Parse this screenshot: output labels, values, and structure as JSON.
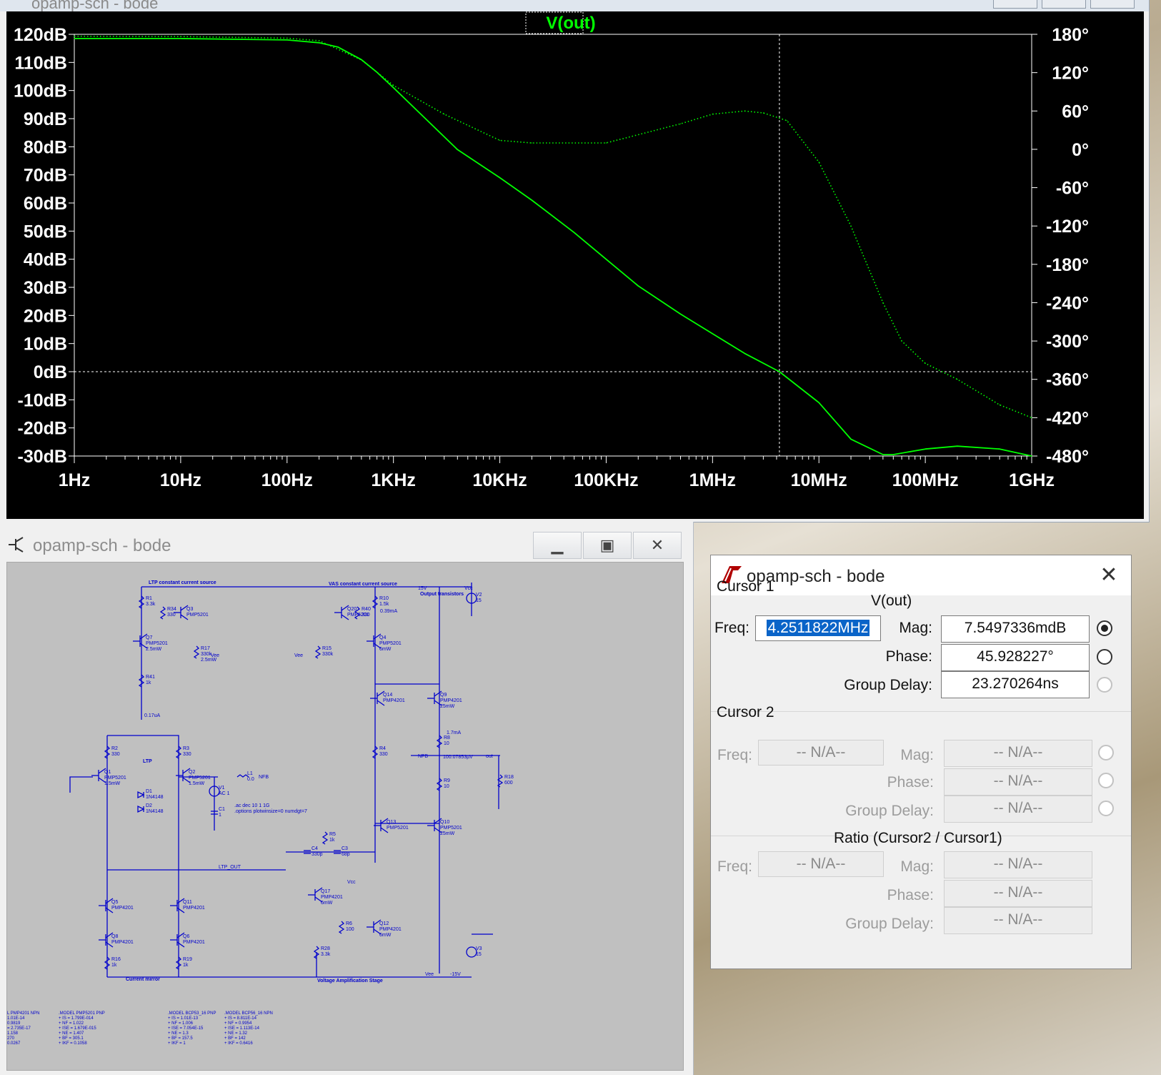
{
  "plot_window": {
    "title": "opamp-sch - bode",
    "trace_label": "V(out)",
    "left_axis_ticks": [
      "120dB",
      "110dB",
      "100dB",
      "90dB",
      "80dB",
      "70dB",
      "60dB",
      "50dB",
      "40dB",
      "30dB",
      "20dB",
      "10dB",
      "0dB",
      "-10dB",
      "-20dB",
      "-30dB"
    ],
    "right_axis_ticks": [
      "180°",
      "120°",
      "60°",
      "0°",
      "-60°",
      "-120°",
      "-180°",
      "-240°",
      "-300°",
      "-360°",
      "-420°",
      "-480°"
    ],
    "x_axis_ticks": [
      "1Hz",
      "10Hz",
      "100Hz",
      "1KHz",
      "10KHz",
      "100KHz",
      "1MHz",
      "10MHz",
      "100MHz",
      "1GHz"
    ],
    "trace_color": "#00ff00",
    "background_color": "#000000"
  },
  "chart_data": {
    "type": "line",
    "title": "V(out)",
    "x_scale": "log",
    "xlim_hz": [
      1,
      1000000000
    ],
    "ylim_db": [
      -30,
      120
    ],
    "ylim_phase_deg": [
      -480,
      180
    ],
    "grid": false,
    "cursor": {
      "freq_hz": 4251182,
      "mag_db": 0.0075
    },
    "series": [
      {
        "name": "V(out)",
        "axis": "left",
        "style": "solid",
        "x": [
          1,
          10,
          100,
          200,
          300,
          500,
          700,
          1000,
          2000,
          4000,
          10000,
          20000,
          50000,
          100000,
          200000,
          500000,
          1000000,
          2000000,
          4251182,
          10000000,
          20000000,
          40000000,
          50000000,
          100000000,
          200000000,
          500000000,
          1000000000
        ],
        "values": [
          118.5,
          118.5,
          118,
          117,
          115.5,
          111,
          106.5,
          101,
          90,
          79,
          69,
          61,
          49.5,
          40,
          30.5,
          20.5,
          13.5,
          6.5,
          0,
          -11,
          -24,
          -29.5,
          -29.5,
          -27.5,
          -26.5,
          -27.5,
          -30
        ]
      },
      {
        "name": "Phase",
        "axis": "right",
        "style": "dotted",
        "x": [
          1,
          10,
          100,
          200,
          500,
          1000,
          3000,
          10000,
          20000,
          100000,
          500000,
          1000000,
          2000000,
          3000000,
          5000000,
          10000000,
          20000000,
          40000000,
          60000000,
          100000000,
          200000000,
          500000000,
          1000000000
        ],
        "values": [
          177,
          176.5,
          174,
          170,
          140,
          100,
          55,
          14,
          10,
          10,
          40,
          55,
          60,
          57,
          45,
          -20,
          -120,
          -240,
          -300,
          -335,
          -360,
          -400,
          -420
        ]
      }
    ]
  },
  "schematic_window": {
    "title": "opamp-sch - bode",
    "labels": {
      "ltp_ccs": "LTP constant current source",
      "vas_ccs": "VAS constant current source",
      "output_transistors": "Output transistors",
      "current_mirror": "Current mirror",
      "vas_stage": "Voltage Amplification Stage",
      "ltp": "LTP",
      "ltp_out": "LTP_OUT",
      "nfb": "NFB",
      "out": "out",
      "vcc": "Vcc",
      "vee": "Vee",
      "plus15v": "15V",
      "minus15v": "-15V",
      "sim_cmd1": ".ac dec 10 1 1G",
      "sim_cmd2": ".options plotwinsize=0 numdgt=7",
      "i_ltp": "0.17uA",
      "i_vas": "0.39mA",
      "i_out": "1.7mA",
      "v_nfb": "100.07853µV"
    },
    "components": [
      {
        "ref": "R1",
        "value": "3.3k"
      },
      {
        "ref": "R34",
        "value": "330"
      },
      {
        "ref": "Q3",
        "value": "PMP5201"
      },
      {
        "ref": "Q7",
        "value": "PMP5201",
        "note": "2.5mW"
      },
      {
        "ref": "R17",
        "value": "330k",
        "note": "2.5mW"
      },
      {
        "ref": "R41",
        "value": "1k"
      },
      {
        "ref": "R10",
        "value": "1.5k"
      },
      {
        "ref": "R40",
        "value": "330"
      },
      {
        "ref": "Q20",
        "value": "PMP5201"
      },
      {
        "ref": "Q4",
        "value": "PMP5201",
        "note": "6mW"
      },
      {
        "ref": "R15",
        "value": "330k"
      },
      {
        "ref": "V2",
        "value": "15"
      },
      {
        "ref": "Q14",
        "value": "PMP4201"
      },
      {
        "ref": "Q9",
        "value": "PMP4201",
        "note": "25mW"
      },
      {
        "ref": "R8",
        "value": "10"
      },
      {
        "ref": "R9",
        "value": "10"
      },
      {
        "ref": "R4",
        "value": "330"
      },
      {
        "ref": "R18",
        "value": "600"
      },
      {
        "ref": "R2",
        "value": "330"
      },
      {
        "ref": "R3",
        "value": "330"
      },
      {
        "ref": "Q1",
        "value": "PMP5201",
        "note": "1.5mW"
      },
      {
        "ref": "Q2",
        "value": "PMP5201",
        "note": "1.5mW"
      },
      {
        "ref": "D1",
        "value": "1N4148"
      },
      {
        "ref": "D2",
        "value": "1N4148"
      },
      {
        "ref": "V1",
        "value": "AC 1"
      },
      {
        "ref": "C1",
        "value": "1"
      },
      {
        "ref": "L1",
        "value": "0.0"
      },
      {
        "ref": "Q13",
        "value": "PMP5201"
      },
      {
        "ref": "Q10",
        "value": "PMP5201",
        "note": "25mW"
      },
      {
        "ref": "R5",
        "value": "1k"
      },
      {
        "ref": "C4",
        "value": "330p"
      },
      {
        "ref": "C3",
        "value": "68p"
      },
      {
        "ref": "Q5",
        "value": "PMP4201"
      },
      {
        "ref": "Q11",
        "value": "PMP4201"
      },
      {
        "ref": "Q8",
        "value": "PMP4201"
      },
      {
        "ref": "Q6",
        "value": "PMP4201"
      },
      {
        "ref": "R16",
        "value": "1k"
      },
      {
        "ref": "R19",
        "value": "1k"
      },
      {
        "ref": "Q17",
        "value": "PMP4201",
        "note": "6mW"
      },
      {
        "ref": "R6",
        "value": "100"
      },
      {
        "ref": "Q12",
        "value": "PMP4201",
        "note": "6mW"
      },
      {
        "ref": "R28",
        "value": "3.3k"
      },
      {
        "ref": "V3",
        "value": "15"
      }
    ],
    "models": [
      [
        "L PMP4201 NPN",
        "1.01E-14",
        "0.9819",
        "= 2.735E-17",
        "1.158",
        "270",
        "0.0267"
      ],
      [
        ".MODEL PMP5201 PNP",
        "+ IS = 1.799E-014",
        "+ NF = 1.022",
        "+ ISE = 1.679E-015",
        "+ NE = 1.407",
        "+ BF = 305.1",
        "+ IKF = 0.1058"
      ],
      [
        ".MODEL BCP53_16 PNP",
        "+ IS = 1.01E-13",
        "+ NF = 1.006",
        "+ ISE = 7.054E-15",
        "+ NE = 1.3",
        "+ BF = 157.5",
        "+ IKF = 1"
      ],
      [
        ".MODEL BCP56_16 NPN",
        "+ IS = 8.811E-14",
        "+ NF = 0.9954",
        "+ ISE = 1.113E-14",
        "+ NE = 1.32",
        "+ BF = 142",
        "+ IKF = 0.6416"
      ]
    ],
    "wire_color": "#0000cc"
  },
  "cursor_dialog": {
    "title": "opamp-sch - bode",
    "cursor1_label": "Cursor 1",
    "trace_name": "V(out)",
    "freq_label": "Freq:",
    "mag_label": "Mag:",
    "phase_label": "Phase:",
    "group_delay_label": "Group Delay:",
    "cursor1": {
      "freq": "4.2511822MHz",
      "mag": "7.5497336mdB",
      "phase": "45.928227°",
      "group_delay": "23.270264ns"
    },
    "cursor2_label": "Cursor 2",
    "cursor2": {
      "freq": "-- N/A--",
      "mag": "-- N/A--",
      "phase": "-- N/A--",
      "group_delay": "-- N/A--"
    },
    "ratio_label": "Ratio (Cursor2 / Cursor1)",
    "ratio": {
      "freq": "-- N/A--",
      "mag": "-- N/A--",
      "phase": "-- N/A--",
      "group_delay": "-- N/A--"
    },
    "selected_radio": "mag"
  }
}
